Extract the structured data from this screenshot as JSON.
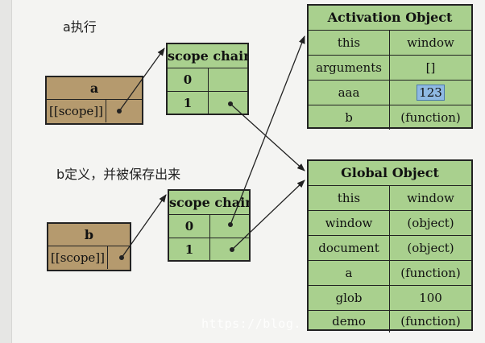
{
  "caption_a": "a执行",
  "caption_b": "b定义，并被保存出来",
  "fn_a": {
    "name": "a",
    "scope_label": "[[scope]]"
  },
  "fn_b": {
    "name": "b",
    "scope_label": "[[scope]]"
  },
  "chain_top": {
    "title": "scope chain",
    "rows": [
      "0",
      "1"
    ]
  },
  "chain_bottom": {
    "title": "scope chain",
    "rows": [
      "0",
      "1"
    ]
  },
  "activation_object": {
    "title": "Activation Object",
    "rows": [
      {
        "key": "this",
        "value": "window"
      },
      {
        "key": "arguments",
        "value": "[]"
      },
      {
        "key": "aaa",
        "value": "123"
      },
      {
        "key": "b",
        "value": "(function)"
      }
    ]
  },
  "global_object": {
    "title": "Global Object",
    "rows": [
      {
        "key": "this",
        "value": "window"
      },
      {
        "key": "window",
        "value": "(object)"
      },
      {
        "key": "document",
        "value": "(object)"
      },
      {
        "key": "a",
        "value": "(function)"
      },
      {
        "key": "glob",
        "value": "100"
      },
      {
        "key": "demo",
        "value": "(function)"
      }
    ]
  },
  "watermark": "https://blog.",
  "colors": {
    "object_fill": "#a9d08e",
    "function_fill": "#b59a6e",
    "line": "#222222",
    "selection": "#8fb9e3"
  }
}
